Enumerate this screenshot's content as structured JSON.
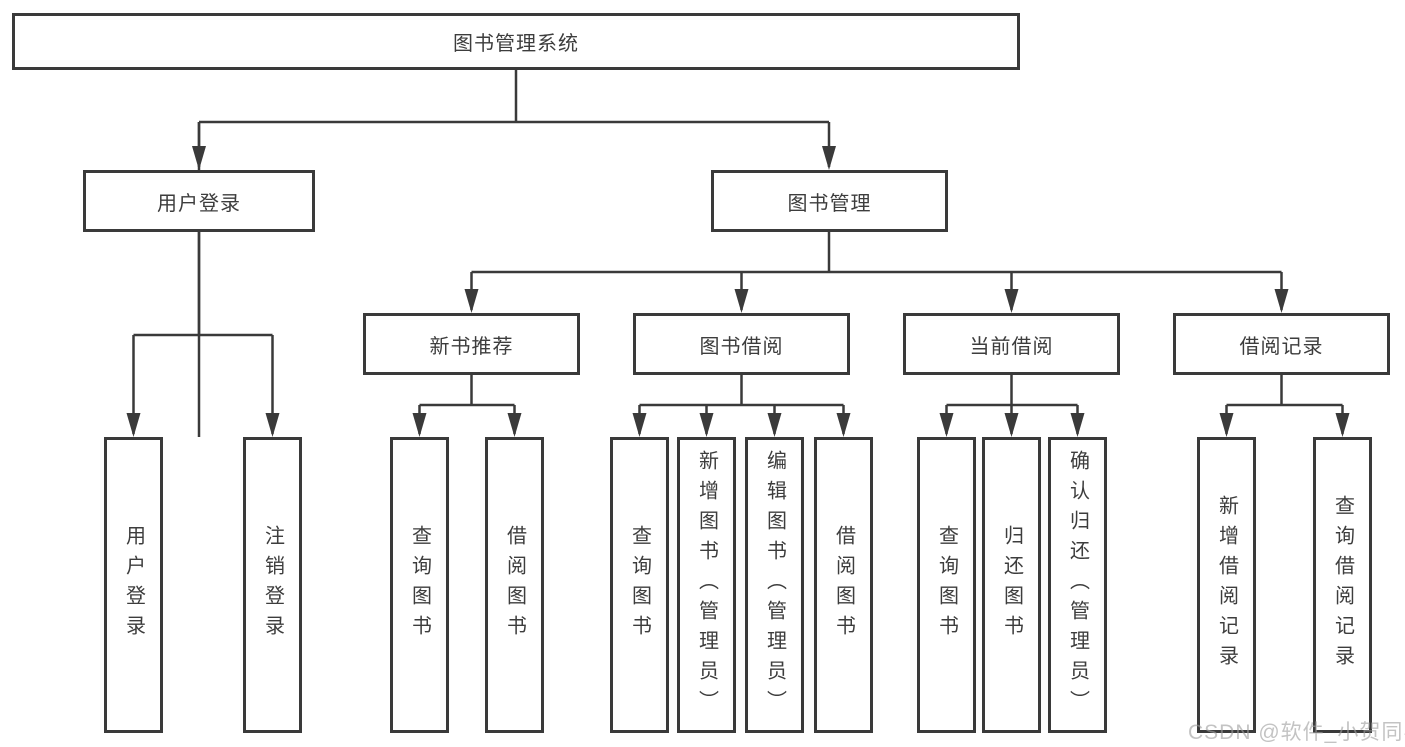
{
  "tree": {
    "root": "图书管理系统",
    "user_login_branch": {
      "label": "用户登录",
      "children": [
        "用户登录",
        "注销登录"
      ]
    },
    "book_mgmt_branch": {
      "label": "图书管理",
      "sections": [
        {
          "label": "新书推荐",
          "children": [
            "查询图书",
            "借阅图书"
          ]
        },
        {
          "label": "图书借阅",
          "children": [
            "查询图书",
            "新增图书（管理员）",
            "编辑图书（管理员）",
            "借阅图书"
          ]
        },
        {
          "label": "当前借阅",
          "children": [
            "查询图书",
            "归还图书",
            "确认归还（管理员）"
          ]
        },
        {
          "label": "借阅记录",
          "children": [
            "新增借阅记录",
            "查询借阅记录"
          ]
        }
      ]
    }
  },
  "watermark": "CSDN @软件_小贺同学",
  "colors": {
    "line": "#3a3a3a",
    "text": "#3d3d3d",
    "background": "#ffffff"
  }
}
